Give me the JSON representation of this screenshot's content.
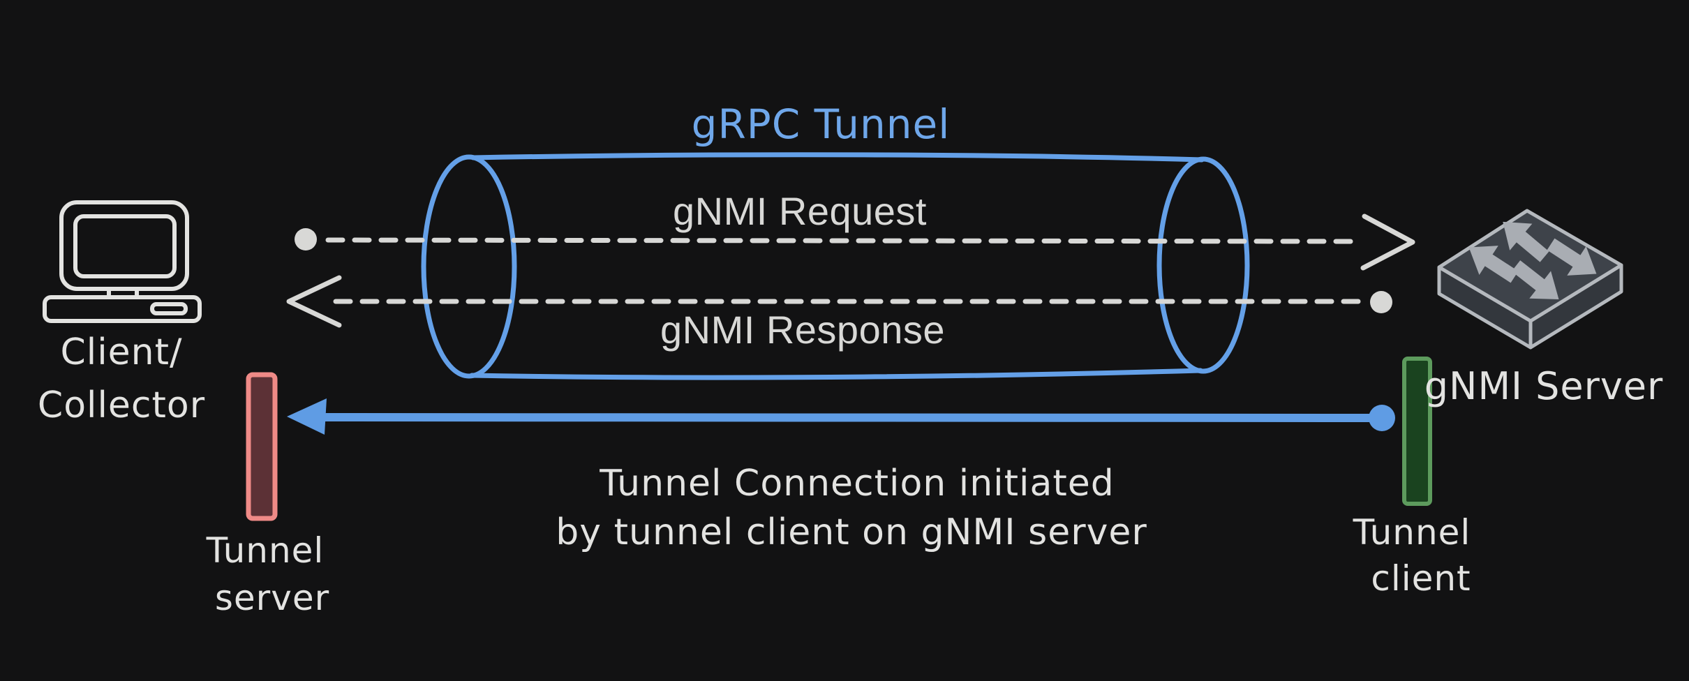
{
  "diagram": {
    "title": "gRPC Tunnel",
    "client_node": {
      "label_line1": "Client/",
      "label_line2": "Collector",
      "icon": "computer-icon"
    },
    "server_node": {
      "label": "gNMI Server",
      "icon": "network-switch-icon"
    },
    "tunnel_server_bar": {
      "label_line1": "Tunnel",
      "label_line2": "server"
    },
    "tunnel_client_bar": {
      "label_line1": "Tunnel",
      "label_line2": "client"
    },
    "request_arrow": {
      "label": "gNMI Request",
      "direction": "left-to-right",
      "style": "dashed"
    },
    "response_arrow": {
      "label": "gNMI Response",
      "direction": "right-to-left",
      "style": "dashed"
    },
    "connection_arrow": {
      "caption_line1": "Tunnel Connection initiated",
      "caption_line2": "by tunnel client on gNMI server",
      "direction": "right-to-left",
      "style": "solid"
    }
  },
  "colors": {
    "background": "#121213",
    "title_blue": "#6fa7ea",
    "tunnel_blue": "#64a0e8",
    "arrow_blue": "#5f9ce4",
    "text_light": "#e3e3e1",
    "dash_light": "#d8d8d6",
    "tunnel_server_border": "#ef8a87",
    "tunnel_server_fill": "#5c3136",
    "tunnel_client_border": "#5d9b5d",
    "tunnel_client_fill": "#1a431f",
    "switch_top": "#3e434a",
    "switch_side": "#33373d",
    "switch_outline": "#b5b9be",
    "switch_arrow": "#a9adb3"
  }
}
